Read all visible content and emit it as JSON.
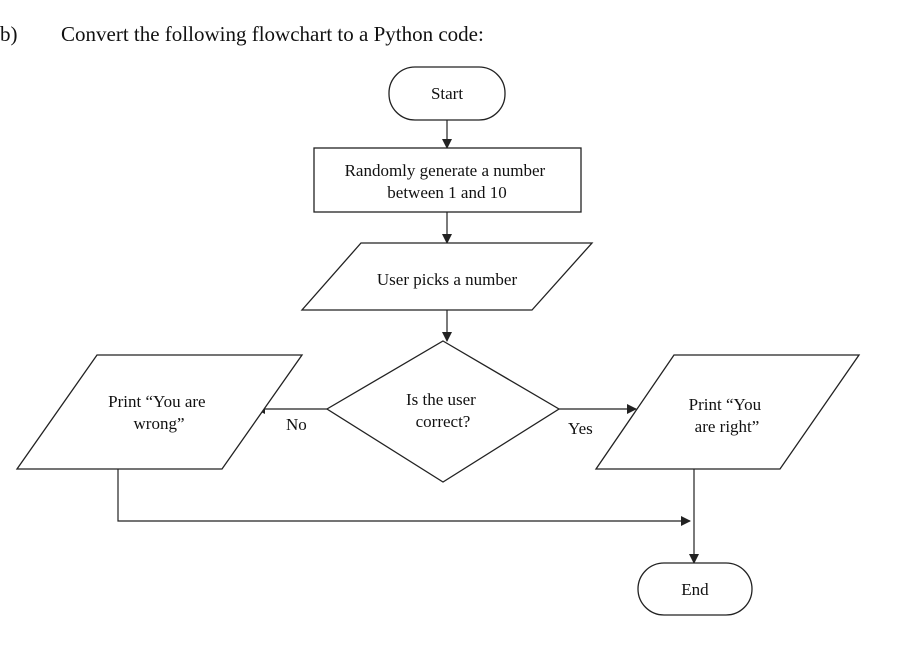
{
  "question": {
    "label": "b)",
    "text": "Convert the following flowchart to a Python code:"
  },
  "flowchart": {
    "start": "Start",
    "generate": [
      "Randomly generate a number",
      "between 1 and 10"
    ],
    "input": "User picks a number",
    "decision": [
      "Is the user",
      "correct?"
    ],
    "wrong_output": [
      "Print “You are",
      "wrong”"
    ],
    "right_output": [
      "Print “You",
      "are right”"
    ],
    "no_label": "No",
    "yes_label": "Yes",
    "end": "End"
  }
}
